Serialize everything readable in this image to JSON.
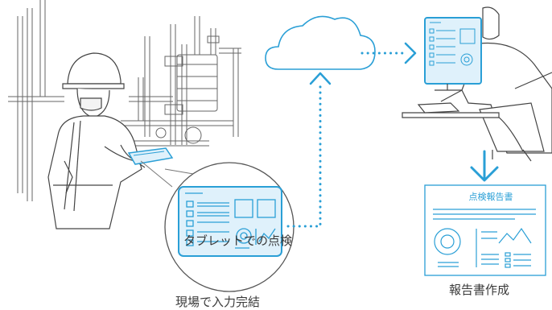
{
  "labels": {
    "tablet_inspection": "タブレットでの点検",
    "field_input": "現場で入力完結",
    "report_creation": "報告書作成"
  },
  "report_card": {
    "title": "点検報告書"
  },
  "colors": {
    "accent": "#2a9fd6",
    "screen_fill": "#dff1fb",
    "line_art": "#555555"
  },
  "icons": [
    "cloud-icon",
    "arrow-right-icon",
    "arrow-up-icon",
    "arrow-down-icon"
  ]
}
